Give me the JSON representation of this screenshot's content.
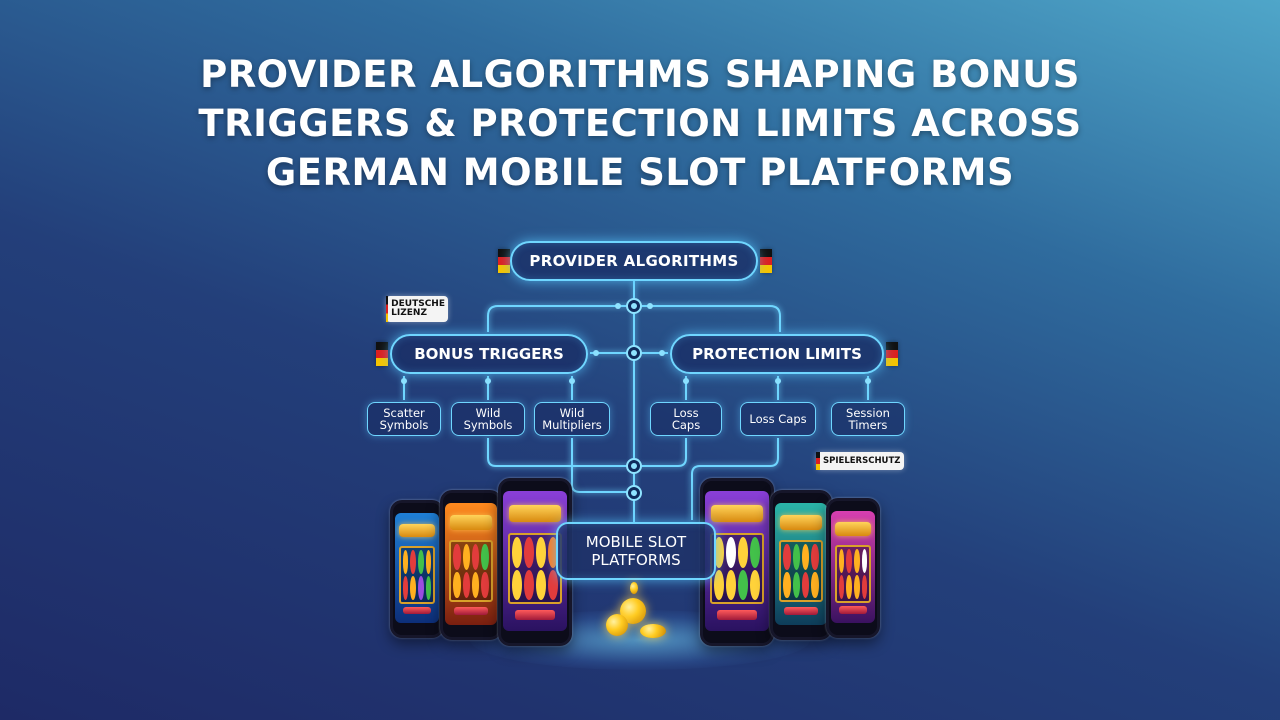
{
  "title_lines": [
    "PROVIDER ALGORITHMS SHAPING BONUS",
    "TRIGGERS & PROTECTION LIMITS ACROSS",
    "GERMAN MOBILE SLOT PLATFORMS"
  ],
  "diagram": {
    "root": "PROVIDER ALGORITHMS",
    "bonus_triggers": {
      "label": "BONUS TRIGGERS",
      "children": [
        {
          "line1": "Scatter",
          "line2": "Symbols"
        },
        {
          "line1": "Wild",
          "line2": "Symbols"
        },
        {
          "line1": "Wild",
          "line2": "Multipliers"
        }
      ]
    },
    "protection_limits": {
      "label": "PROTECTION LIMITS",
      "children": [
        {
          "line1": "Loss",
          "line2": "Caps"
        },
        {
          "line1": "Loss Caps",
          "line2": ""
        },
        {
          "line1": "Session",
          "line2": "Timers"
        }
      ]
    },
    "platforms": {
      "line1": "MOBILE SLOT",
      "line2": "PLATFORMS"
    }
  },
  "badges": {
    "deutsche_lizenz": {
      "line1": "DEUTSCHE",
      "line2": "LIZENZ"
    },
    "spielerschutz": "SPIELERSCHUTZ"
  },
  "colors": {
    "connector": "#6fd6ff",
    "flag_black": "#111111",
    "flag_red": "#dd1f1f",
    "flag_gold": "#f5c400"
  },
  "icons": [
    "german-flag-icon",
    "slot-phone-icon",
    "gold-coin-icon"
  ]
}
